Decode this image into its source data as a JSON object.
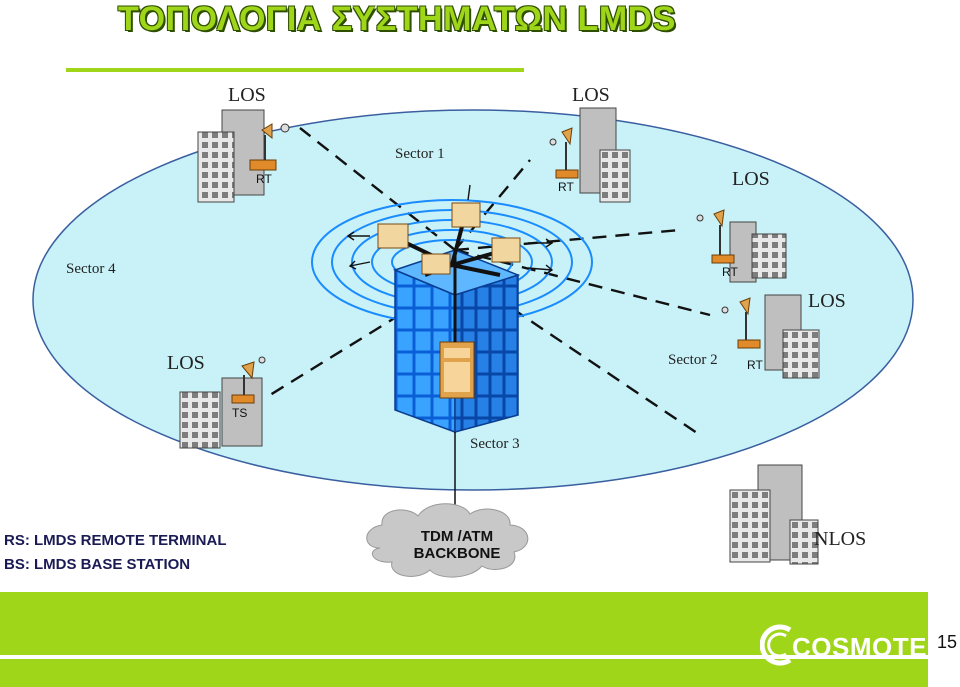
{
  "slide": {
    "title": "ΤΟΠΟΛΟΓΙΑ ΣΥΣΤΗΜΑΤΩΝ LMDS",
    "page_number": "15"
  },
  "diagram": {
    "los_labels": [
      "LOS",
      "LOS",
      "LOS",
      "LOS",
      "LOS"
    ],
    "nlos_label": "NLOS",
    "sectors": [
      "Sector 1",
      "Sector 2",
      "Sector 3",
      "Sector 4"
    ],
    "terminal_labels": [
      "RT",
      "RT",
      "RT",
      "RT",
      "TS"
    ],
    "backbone": {
      "line1": "TDM /ATM",
      "line2": "BACKBONE"
    }
  },
  "legend": {
    "rs": "RS: LMDS REMOTE TERMINAL",
    "bs": "BS: LMDS BASE STATION"
  },
  "brand": {
    "logo_text": "COSMOTE",
    "accent": "#9fd61a",
    "ellipse_fill": "#c8f2f8",
    "tower_blue": "#1f7de8"
  }
}
